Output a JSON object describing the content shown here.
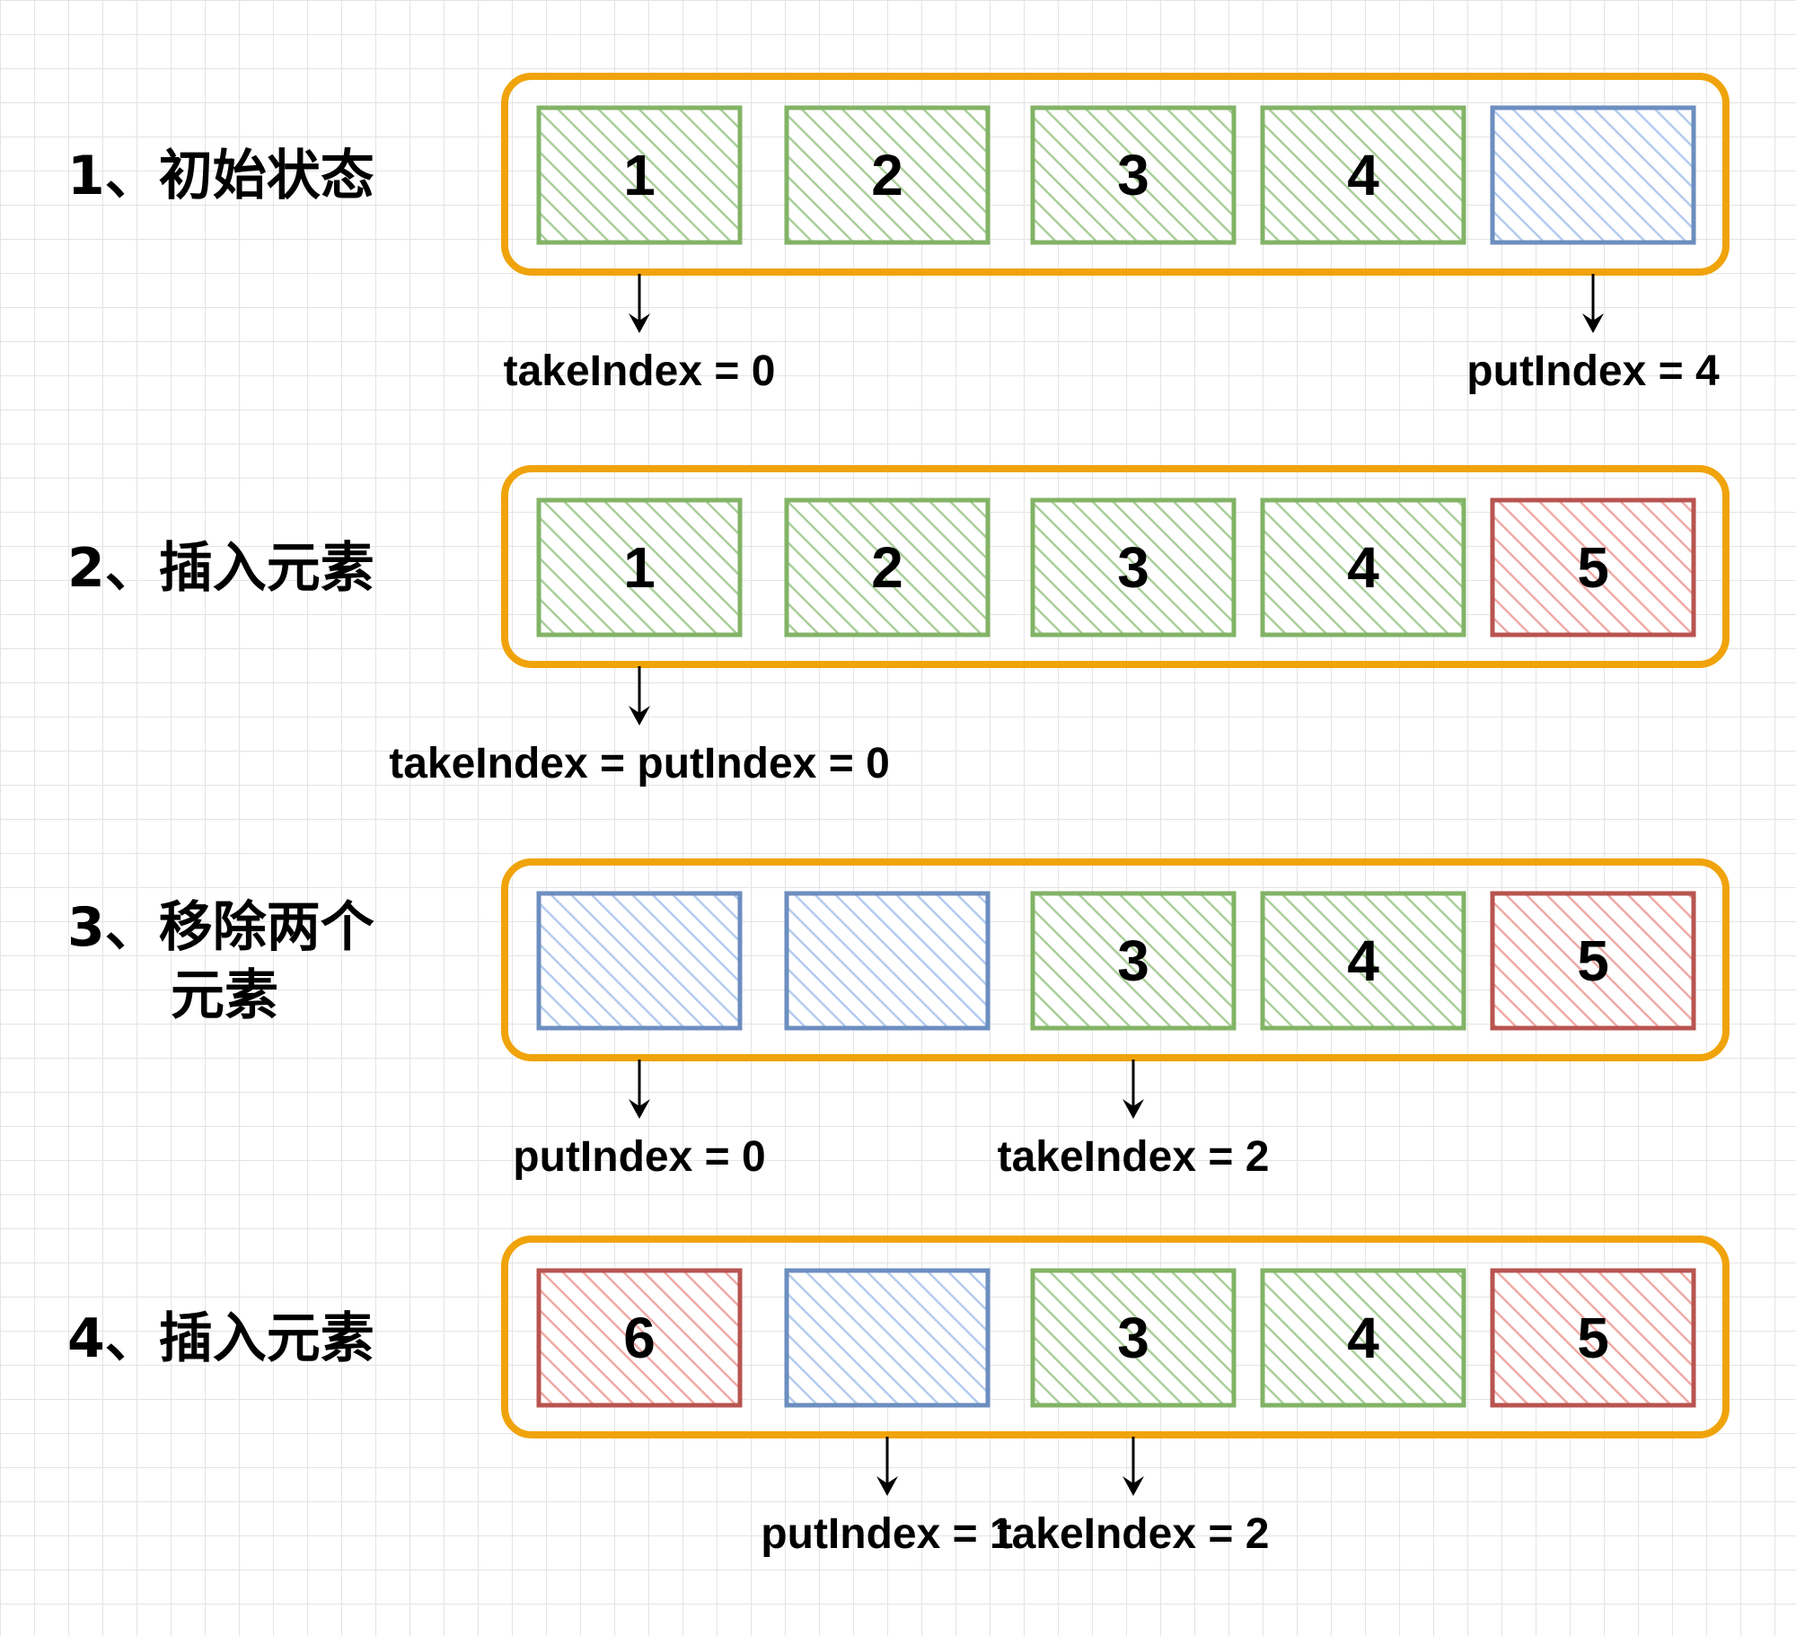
{
  "colors": {
    "frame": "#f0a30a",
    "green_fill": "#d5e8d4",
    "green_stroke": "#82b366",
    "blue_fill": "#dae8fc",
    "blue_stroke": "#6c8ebf",
    "red_fill": "#f8cecc",
    "red_stroke": "#b85450"
  },
  "steps": [
    {
      "title_lines": [
        "1、初始状态"
      ],
      "cells": [
        {
          "label": "1",
          "color": "green"
        },
        {
          "label": "2",
          "color": "green"
        },
        {
          "label": "3",
          "color": "green"
        },
        {
          "label": "4",
          "color": "green"
        },
        {
          "label": "",
          "color": "blue"
        }
      ],
      "pointers": [
        {
          "label": "takeIndex = 0",
          "cell": 0
        },
        {
          "label": "putIndex = 4",
          "cell": 4
        }
      ]
    },
    {
      "title_lines": [
        "2、插入元素"
      ],
      "cells": [
        {
          "label": "1",
          "color": "green"
        },
        {
          "label": "2",
          "color": "green"
        },
        {
          "label": "3",
          "color": "green"
        },
        {
          "label": "4",
          "color": "green"
        },
        {
          "label": "5",
          "color": "red"
        }
      ],
      "pointers": [
        {
          "label": "takeIndex = putIndex = 0",
          "cell": 0
        }
      ]
    },
    {
      "title_lines": [
        "3、移除两个",
        "元素"
      ],
      "cells": [
        {
          "label": "",
          "color": "blue"
        },
        {
          "label": "",
          "color": "blue"
        },
        {
          "label": "3",
          "color": "green"
        },
        {
          "label": "4",
          "color": "green"
        },
        {
          "label": "5",
          "color": "red"
        }
      ],
      "pointers": [
        {
          "label": "putIndex = 0",
          "cell": 0
        },
        {
          "label": "takeIndex = 2",
          "cell": 2
        }
      ]
    },
    {
      "title_lines": [
        "4、插入元素"
      ],
      "cells": [
        {
          "label": "6",
          "color": "red"
        },
        {
          "label": "",
          "color": "blue"
        },
        {
          "label": "3",
          "color": "green"
        },
        {
          "label": "4",
          "color": "green"
        },
        {
          "label": "5",
          "color": "red"
        }
      ],
      "pointers": [
        {
          "label": "putIndex = 1",
          "cell": 1
        },
        {
          "label": "takeIndex = 2",
          "cell": 2
        }
      ]
    }
  ]
}
